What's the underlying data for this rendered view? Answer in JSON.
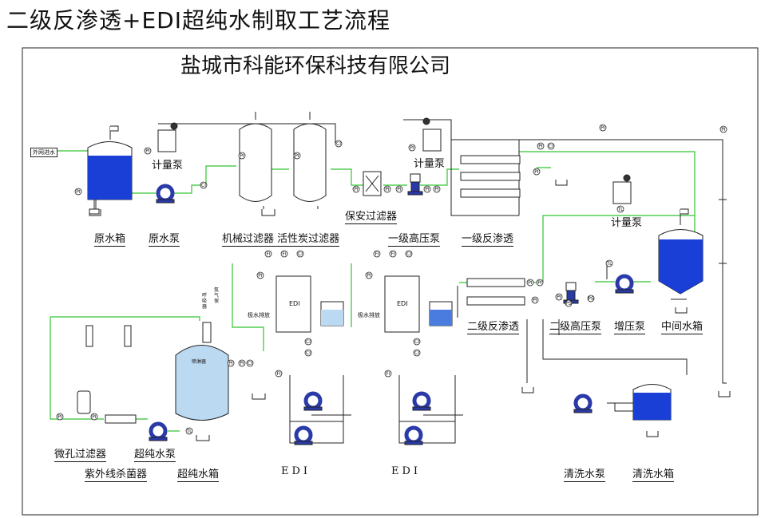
{
  "title": "二级反渗透+EDI超纯水制取工艺流程",
  "company": "盐城市科能环保科技有限公司",
  "inlet_label": "外网进水",
  "equipment_labels": {
    "raw_tank": "原水箱",
    "raw_pump": "原水泵",
    "mech_carbon": "机械过滤器 活性炭过滤器",
    "security_filter": "保安过滤器",
    "hp_pump_1": "一级高压泵",
    "ro_1": "一级反渗透",
    "dosing_1": "计量泵",
    "dosing_2": "计量泵",
    "dosing_3": "计量泵",
    "ro_2": "二级反渗透",
    "hp_pump_2": "二级高压泵",
    "booster_pump": "增压泵",
    "mid_tank": "中间水箱",
    "micro_filter": "微孔过滤器",
    "uv": "紫外线杀菌器",
    "up_pump": "超纯水泵",
    "up_tank": "超纯水箱",
    "edi_1": "EDI",
    "edi_2": "EDI",
    "clean_pump": "清洗水泵",
    "clean_tank": "清洗水箱"
  },
  "small_labels": {
    "edi_box_1": "EDI",
    "edi_box_2": "EDI",
    "drain_1": "极水排放",
    "drain_2": "极水排放",
    "breather": "呼吸器",
    "spray": "喷淋器",
    "nitrogen": "氮气保"
  },
  "instrument_tags": [
    "PI",
    "CI",
    "FI",
    "TL",
    "PS",
    "L"
  ],
  "colors": {
    "water_blue": "#1a3fd6",
    "light_water": "#bcd9f2",
    "pipe_green": "#31c431",
    "line": "#222222",
    "pump": "#2a3aa8"
  }
}
